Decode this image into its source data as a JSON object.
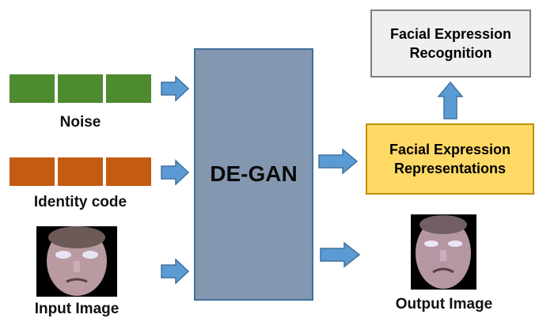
{
  "nodes": {
    "noise": {
      "label": "Noise",
      "color": "#4e8a2e"
    },
    "identity": {
      "label": "Identity code",
      "color": "#c55a11"
    },
    "input_image": {
      "label": "Input Image"
    },
    "degan": {
      "label": "DE-GAN",
      "fill": "#8497b0",
      "stroke": "#41719c"
    },
    "fer_rep": {
      "line1": "Facial Expression",
      "line2": "Representations",
      "fill": "#ffd966",
      "stroke": "#bf9000"
    },
    "fer": {
      "line1": "Facial Expression",
      "line2": "Recognition",
      "fill": "#efefef",
      "stroke": "#7f7f7f"
    },
    "output_image": {
      "label": "Output Image"
    }
  },
  "arrow_color": "#5b9bd5",
  "arrow_stroke": "#41719c",
  "edges": [
    {
      "from": "noise",
      "to": "degan"
    },
    {
      "from": "identity",
      "to": "degan"
    },
    {
      "from": "input_image",
      "to": "degan"
    },
    {
      "from": "degan",
      "to": "fer_rep"
    },
    {
      "from": "degan",
      "to": "output_image"
    },
    {
      "from": "fer_rep",
      "to": "fer"
    }
  ]
}
